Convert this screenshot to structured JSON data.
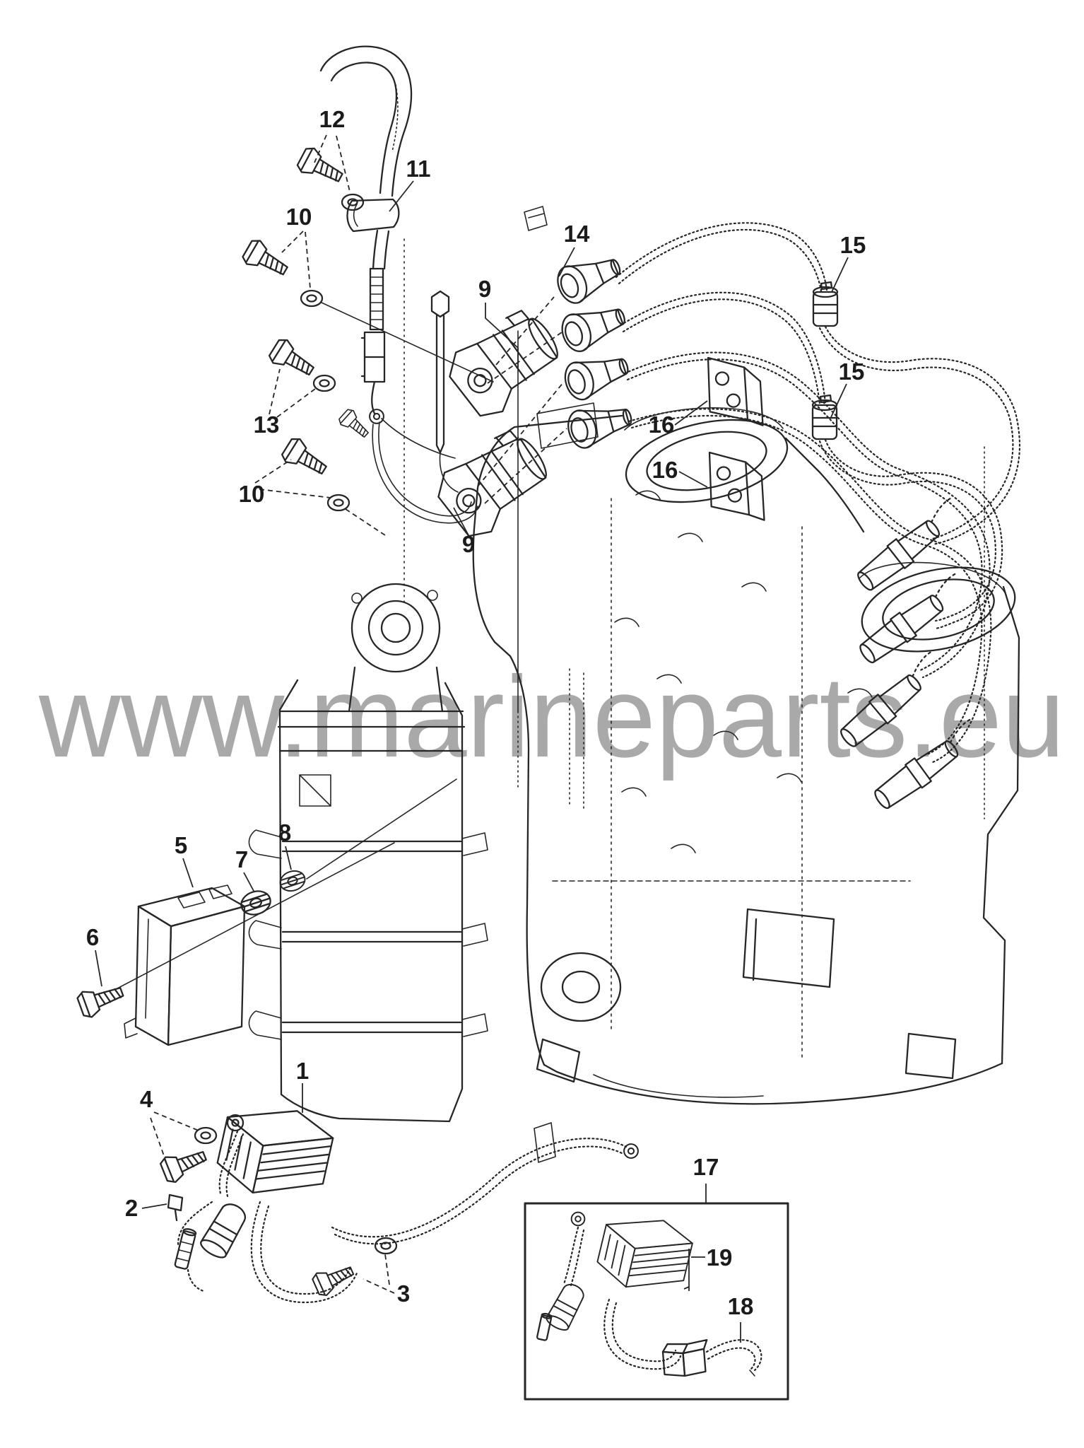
{
  "colors": {
    "background": "#ffffff",
    "line": "#262626",
    "watermark": "#a9a9a9",
    "callout_text": "#1b1b1b"
  },
  "watermark": {
    "text": "www.marineparts.eu"
  },
  "diagram_type": "exploded-parts-diagram",
  "callouts": [
    {
      "id": "12",
      "text": "12"
    },
    {
      "id": "11",
      "text": "11"
    },
    {
      "id": "10-upper",
      "text": "10"
    },
    {
      "id": "13",
      "text": "13"
    },
    {
      "id": "10-lower",
      "text": "10"
    },
    {
      "id": "9-upper",
      "text": "9"
    },
    {
      "id": "14",
      "text": "14"
    },
    {
      "id": "15-upper",
      "text": "15"
    },
    {
      "id": "15-lower",
      "text": "15"
    },
    {
      "id": "16-upper",
      "text": "16"
    },
    {
      "id": "16-lower",
      "text": "16"
    },
    {
      "id": "9-lower",
      "text": "9"
    },
    {
      "id": "5",
      "text": "5"
    },
    {
      "id": "7",
      "text": "7"
    },
    {
      "id": "8",
      "text": "8"
    },
    {
      "id": "6",
      "text": "6"
    },
    {
      "id": "1",
      "text": "1"
    },
    {
      "id": "4",
      "text": "4"
    },
    {
      "id": "2",
      "text": "2"
    },
    {
      "id": "3",
      "text": "3"
    },
    {
      "id": "17",
      "text": "17"
    },
    {
      "id": "19",
      "text": "19"
    },
    {
      "id": "18",
      "text": "18"
    }
  ]
}
